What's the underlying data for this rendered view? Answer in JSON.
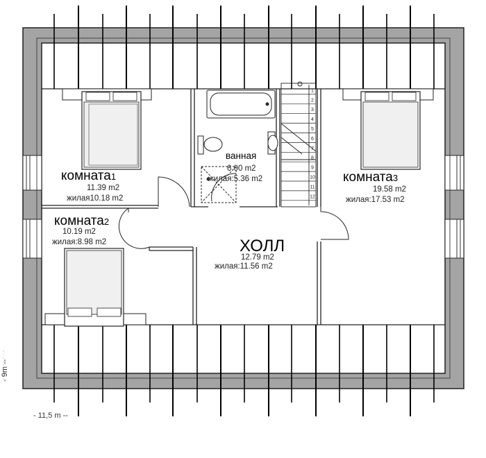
{
  "plan": {
    "dimensions": {
      "width_label": "- 11,5 m --",
      "height_label": "- 9m --"
    },
    "rooms": [
      {
        "id": "room1",
        "name": "комната",
        "number": "1",
        "area": "11.39 m2",
        "living_area": "жилая10.18 m2"
      },
      {
        "id": "room2",
        "name": "комната",
        "number": "2",
        "area": "10.19 m2",
        "living_area": "жилая:8.98 m2"
      },
      {
        "id": "room3",
        "name": "комната",
        "number": "3",
        "area": "19.58 m2",
        "living_area": "жилая:17.53 m2"
      },
      {
        "id": "bath",
        "name": "ванная",
        "area": "6.00 m2",
        "living_area": "жилая:5.36 m2"
      },
      {
        "id": "hall",
        "name": "ХОЛЛ",
        "area": "12.79 m2",
        "living_area": "жилая:11.56 m2"
      }
    ],
    "stair_steps": [
      "1",
      "2",
      "3",
      "4",
      "5",
      "6",
      "7",
      "8",
      "9",
      "10",
      "11",
      "12"
    ]
  }
}
